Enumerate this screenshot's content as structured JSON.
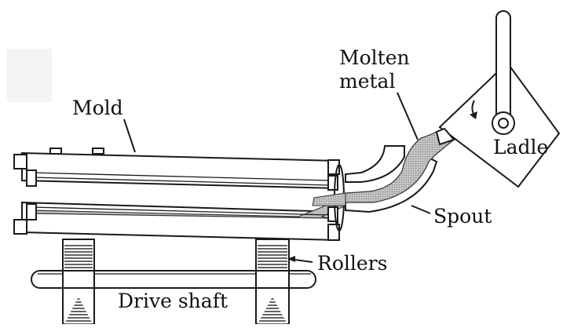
{
  "diagram": {
    "labels": {
      "mold": "Mold",
      "molten_metal_line1": "Molten",
      "molten_metal_line2": "metal",
      "ladle": "Ladle",
      "spout": "Spout",
      "rollers": "Rollers",
      "drive_shaft": "Drive shaft"
    },
    "colors": {
      "ink": "#1a1a1a",
      "metal": "#bdbdbd",
      "background": "#ffffff"
    }
  }
}
